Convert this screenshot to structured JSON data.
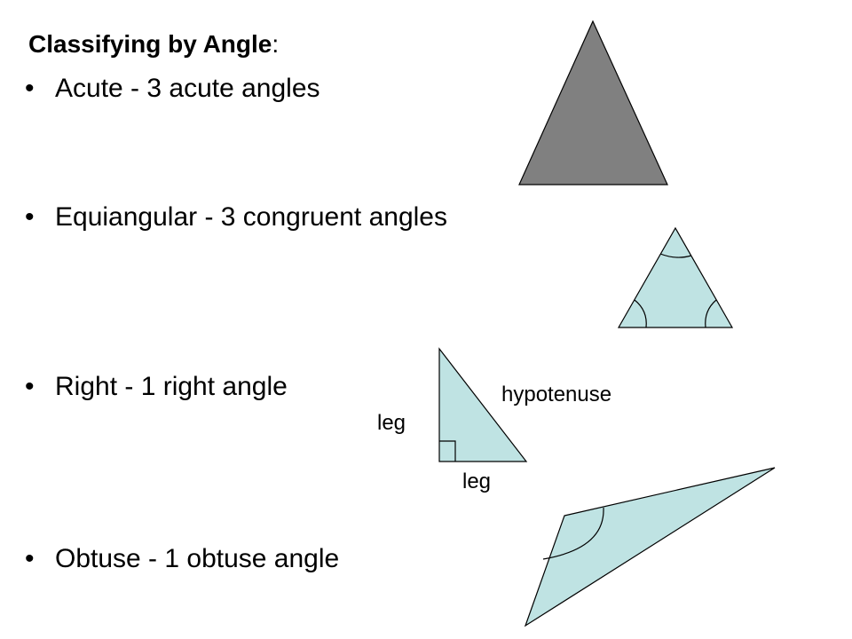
{
  "heading": {
    "bold": "Classifying by Angle",
    "suffix": ":"
  },
  "bullets": [
    {
      "mark": "•",
      "text": "Acute - 3 acute angles"
    },
    {
      "mark": "•",
      "text": "Equiangular - 3 congruent angles"
    },
    {
      "mark": "•",
      "text": "Right - 1 right angle"
    },
    {
      "mark": "•",
      "text": "Obtuse - 1 obtuse angle"
    }
  ],
  "labels": {
    "hypotenuse": "hypotenuse",
    "leg_vertical": "leg",
    "leg_horizontal": "leg"
  },
  "colors": {
    "acute_fill": "#808080",
    "light_fill": "#bfe3e3",
    "stroke": "#000000"
  }
}
